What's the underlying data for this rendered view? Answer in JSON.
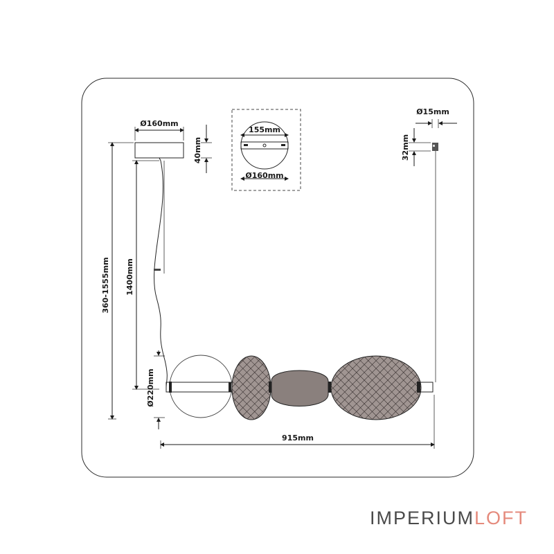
{
  "dimensions": {
    "canopy_diameter": "Ø160mm",
    "canopy_height": "40mm",
    "mount_width": "155mm",
    "mount_diameter": "Ø160mm",
    "cable_diameter": "Ø15mm",
    "cable_cap_height": "32mm",
    "total_height": "360-1555mm",
    "cable_length": "1400mm",
    "shade_diameter": "Ø220mm",
    "total_length": "915mm"
  },
  "brand": {
    "part1": "IMPERIUM",
    "part2": "LOFT"
  },
  "colors": {
    "line": "#1a1a1a",
    "brand_gray": "#4a4a4a",
    "brand_accent": "#e58a7c",
    "glass_dark": "#9a8f8c"
  }
}
